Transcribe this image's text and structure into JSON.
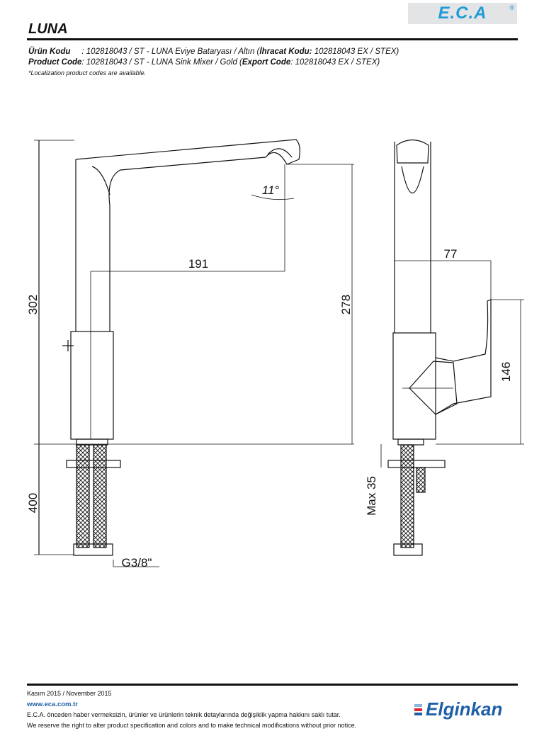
{
  "header": {
    "brand_logo": "E.C.A",
    "title": "LUNA"
  },
  "product": {
    "tr_label": "Ürün Kodu",
    "tr_value": ": 102818043 / ST - LUNA Eviye Bataryası / Altın (",
    "tr_export_label": "İhracat Kodu:",
    "tr_export_value": " 102818043 EX / STEX)",
    "en_label": "Product Code",
    "en_value": ": 102818043 / ST - LUNA Sink Mixer / Gold (",
    "en_export_label": "Export Code",
    "en_export_value": ": 102818043 EX / STEX)",
    "note": "*Localization product codes are available."
  },
  "dimensions": {
    "total_height": "302",
    "hose_length": "400",
    "reach": "191",
    "spout_height": "278",
    "angle": "11°",
    "thread": "G3/8\"",
    "side_reach": "77",
    "handle_height": "146",
    "max_deck": "Max 35"
  },
  "footer": {
    "date": "Kasım 2015 / November 2015",
    "url": "www.eca.com.tr",
    "disclaimer_tr": "E.C.A. önceden haber vermeksizin, ürünler ve ürünlerin teknik detaylarında değişiklik yapma hakkını saklı tutar.",
    "disclaimer_en": "We reserve the right to alter product specification and colors and to make technical modifications without prior notice.",
    "company_logo": "Elginkan"
  },
  "colors": {
    "eca_blue": "#1e9bd7",
    "elginkan_blue": "#1f5fa8",
    "elginkan_red": "#d9272e"
  }
}
